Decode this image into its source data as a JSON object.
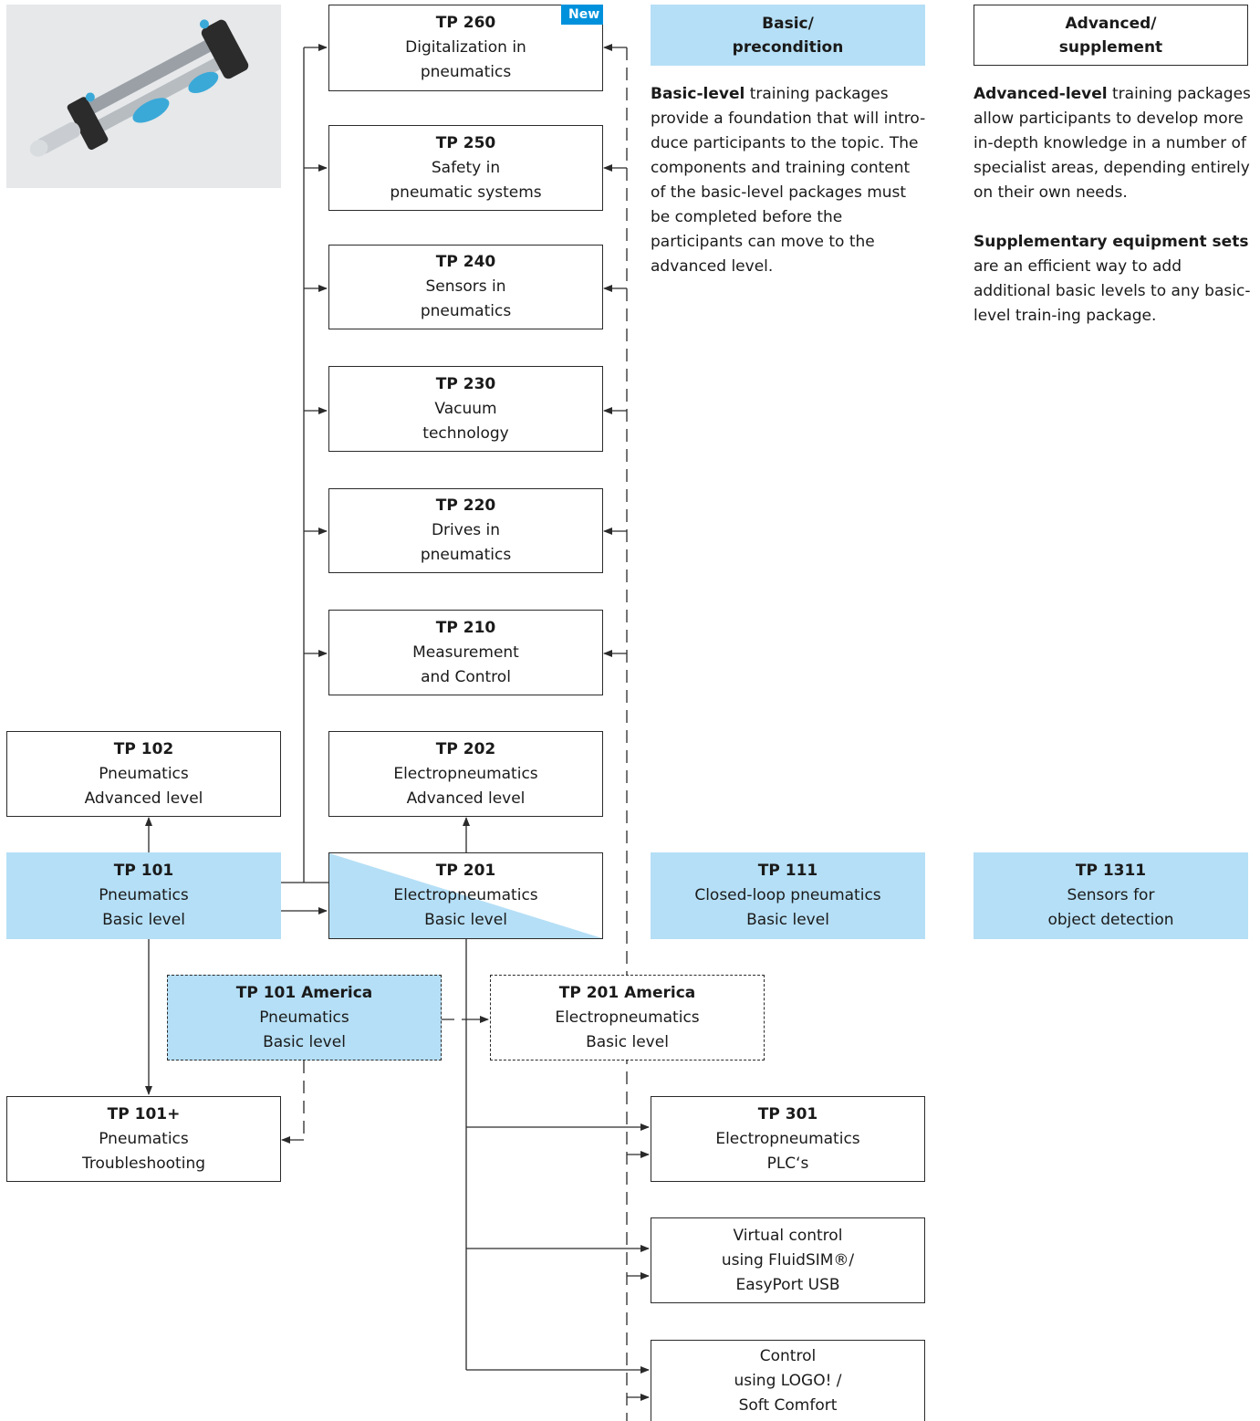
{
  "legend": {
    "basic": {
      "line1": "Basic/",
      "line2": "precondition"
    },
    "advanced": {
      "line1": "Advanced/",
      "line2": "supplement"
    }
  },
  "descriptions": {
    "basic": {
      "bold": "Basic-level",
      "text": " training packages provide a foundation that will intro-duce participants to the topic. The components and training content of the basic-level packages must be completed before the participants can move to the advanced level."
    },
    "advanced": {
      "bold": "Advanced-level",
      "text": " training packages allow participants to develop more in-depth knowledge in a number of specialist areas, depending entirely on their own needs."
    },
    "supplementary": {
      "bold": "Supplementary equipment sets",
      "text": " are an efficient way to add additional basic levels to any basic-level train-ing package."
    }
  },
  "badge": {
    "new": "New"
  },
  "boxes": {
    "tp260": {
      "title": "TP 260",
      "l1": "Digitalization in",
      "l2": "pneumatics"
    },
    "tp250": {
      "title": "TP 250",
      "l1": "Safety in",
      "l2": "pneumatic systems"
    },
    "tp240": {
      "title": "TP 240",
      "l1": "Sensors in",
      "l2": "pneumatics"
    },
    "tp230": {
      "title": "TP 230",
      "l1": "Vacuum",
      "l2": "technology"
    },
    "tp220": {
      "title": "TP 220",
      "l1": "Drives in",
      "l2": "pneumatics"
    },
    "tp210": {
      "title": "TP 210",
      "l1": "Measurement",
      "l2": "and Control"
    },
    "tp202": {
      "title": "TP 202",
      "l1": "Electropneumatics",
      "l2": "Advanced level"
    },
    "tp102": {
      "title": "TP 102",
      "l1": "Pneumatics",
      "l2": "Advanced level"
    },
    "tp101": {
      "title": "TP 101",
      "l1": "Pneumatics",
      "l2": "Basic level"
    },
    "tp201": {
      "title": "TP 201",
      "l1": "Electropneumatics",
      "l2": "Basic level"
    },
    "tp111": {
      "title": "TP 111",
      "l1": "Closed-loop pneumatics",
      "l2": "Basic level"
    },
    "tp1311": {
      "title": "TP 1311",
      "l1": "Sensors for",
      "l2": "object detection"
    },
    "tp101am": {
      "title": "TP 101 America",
      "l1": "Pneumatics",
      "l2": "Basic level"
    },
    "tp201am": {
      "title": "TP 201 America",
      "l1": "Electropneumatics",
      "l2": "Basic level"
    },
    "tp101plus": {
      "title": "TP 101+",
      "l1": "Pneumatics",
      "l2": "Troubleshooting"
    },
    "tp301": {
      "title": "TP 301",
      "l1": "Electropneumatics",
      "l2": "PLC‘s"
    },
    "fluidsim": {
      "l1": "Virtual control",
      "l2": "using FluidSIM®/",
      "l3": "EasyPort USB"
    },
    "logo": {
      "l1": "Control",
      "l2": "using LOGO! /",
      "l3": "Soft Comfort"
    }
  },
  "colors": {
    "basic_fill": "#b5dff6",
    "badge": "#0091dc",
    "line": "#2a2a2a"
  }
}
